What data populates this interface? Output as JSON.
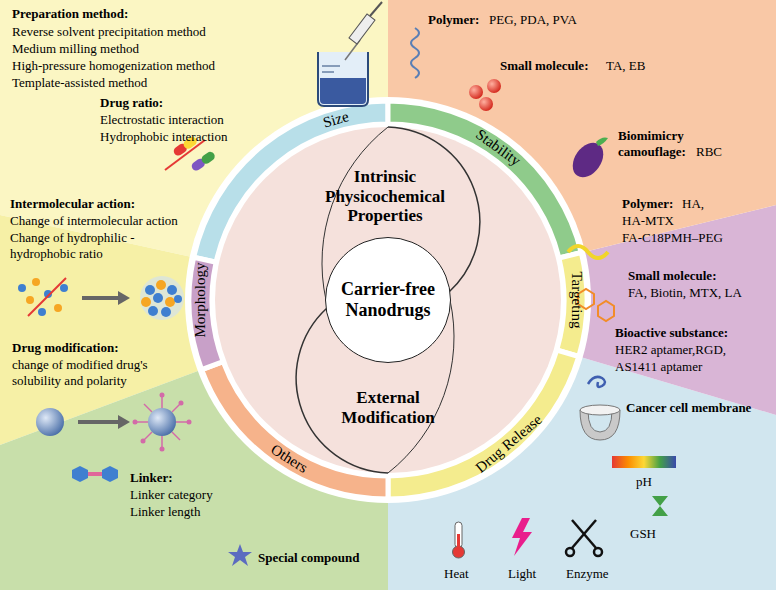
{
  "diagram": {
    "nodes": [
      {
        "text": [
          "Size"
        ]
      },
      {
        "text": [
          "Stability"
        ]
      },
      {
        "text": [
          "Targeting"
        ]
      },
      {
        "text": [
          "Drug Release"
        ]
      },
      {
        "text": [
          "Others"
        ]
      },
      {
        "text": [
          "Morphology"
        ]
      },
      {
        "text": [
          "Intrinsic Physicochemical Properties"
        ]
      },
      {
        "text": [
          "Carrier-free Nanodrugs"
        ]
      },
      {
        "text": [
          "External Modification"
        ]
      }
    ],
    "labels": [
      "Preparation method:",
      "Reverse solvent precipitation method",
      "Medium milling method",
      "High-pressure homogenization method",
      "Template-assisted method",
      "Drug ratio:",
      "Electrostatic interaction",
      "Hydrophobic interaction",
      "Intermolecular action:",
      "Change of intermolecular action",
      "Change of hydrophilic -hydrophobic ratio",
      "Drug modification:",
      "change of modified drug's solubility and polarity",
      "Linker:",
      "Linker category",
      "Linker length",
      "Special compound",
      "Polymer:",
      "PEG, PDA, PVA",
      "Small molecule:",
      "TA, EB",
      "Biomimicry camouflage:",
      "RBC",
      "Polymer:",
      "HA,",
      "HA-MTX",
      "FA-C18PMH–PEG",
      "Small molecule:",
      "FA, Biotin, MTX, LA",
      "Bioactive substance:",
      "HER2 aptamer,RGD,",
      "AS1411 aptamer",
      "Cancer cell membrane",
      "pH",
      "GSH",
      "Heat",
      "Light",
      "Enzyme"
    ]
  }
}
